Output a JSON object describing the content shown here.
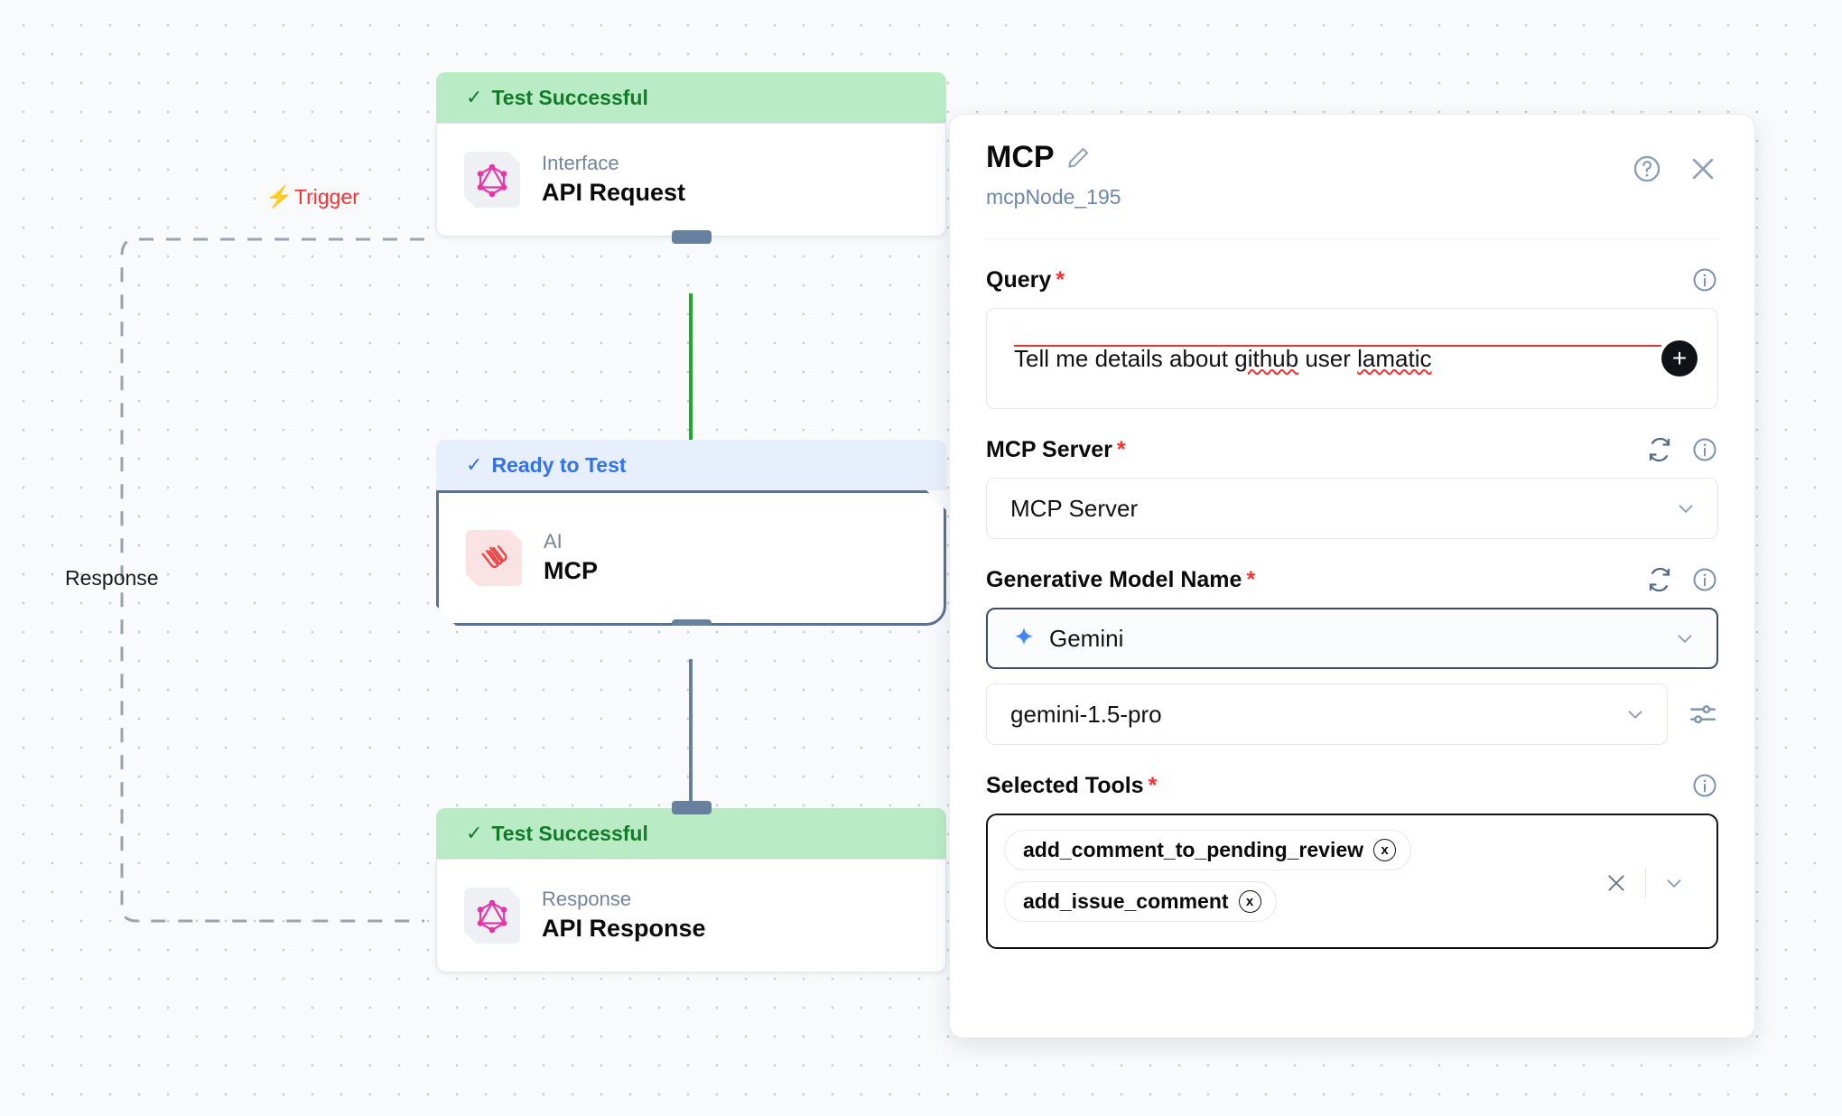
{
  "canvas": {
    "edges": [
      {
        "id": "trigger",
        "label": "Trigger",
        "icon": "bolt-icon",
        "color": "#f8312f"
      },
      {
        "id": "response",
        "label": "Response",
        "color": "#1a1a1a"
      }
    ],
    "nodes": [
      {
        "id": "api-request",
        "status": "Test Successful",
        "status_type": "success",
        "status_icon": "check-icon",
        "kind": "Interface",
        "title": "API Request",
        "icon": "graphql-icon",
        "selected": false
      },
      {
        "id": "mcp",
        "status": "Ready to Test",
        "status_type": "ready",
        "status_icon": "check-icon",
        "kind": "AI",
        "title": "MCP",
        "icon": "paperclip-icon",
        "selected": true
      },
      {
        "id": "api-response",
        "status": "Test Successful",
        "status_type": "success",
        "status_icon": "check-icon",
        "kind": "Response",
        "title": "API Response",
        "icon": "graphql-icon",
        "selected": false
      }
    ]
  },
  "panel": {
    "title": "MCP",
    "edit_icon": "pencil-icon",
    "node_id": "mcpNode_195",
    "help_icon": "help-circle-icon",
    "close_icon": "close-icon",
    "fields": {
      "query": {
        "label": "Query",
        "required_marker": "*",
        "info_icon": "info-icon",
        "value_prefix": "Tell me details about ",
        "value_word1": "github",
        "value_mid": " user ",
        "value_word2": "lamatic",
        "value_full": "Tell me details about github user lamatic",
        "add_button_icon": "plus-icon",
        "add_button_label": "+"
      },
      "mcp_server": {
        "label": "MCP Server",
        "required_marker": "*",
        "refresh_icon": "refresh-icon",
        "info_icon": "info-icon",
        "selected": "MCP Server",
        "caret_icon": "chevron-down-icon"
      },
      "generative_model": {
        "label": "Generative Model Name",
        "required_marker": "*",
        "refresh_icon": "refresh-icon",
        "info_icon": "info-icon",
        "provider": "Gemini",
        "provider_icon": "gemini-sparkle-icon",
        "provider_caret": "chevron-down-icon",
        "model": "gemini-1.5-pro",
        "model_caret": "chevron-down-icon",
        "settings_icon": "sliders-icon"
      },
      "selected_tools": {
        "label": "Selected Tools",
        "required_marker": "*",
        "info_icon": "info-icon",
        "chips": [
          {
            "label": "add_comment_to_pending_review",
            "remove_icon": "circle-x-icon",
            "remove_label": "x"
          },
          {
            "label": "add_issue_comment",
            "remove_icon": "circle-x-icon",
            "remove_label": "x"
          }
        ],
        "clear_icon": "clear-x-icon",
        "caret_icon": "chevron-down-icon"
      }
    }
  },
  "colors": {
    "success_bg": "#b9ecc4",
    "success_text": "#147a2b",
    "ready_bg": "#e7eefc",
    "ready_text": "#3372e8",
    "trigger_red": "#f8312f",
    "graphql_pink": "#e535ab",
    "mcp_red": "#ef4444",
    "gemini_blue": "#4285f4",
    "edge_green": "#22a52b",
    "edge_slate": "#67809e",
    "handle": "#67809e"
  }
}
